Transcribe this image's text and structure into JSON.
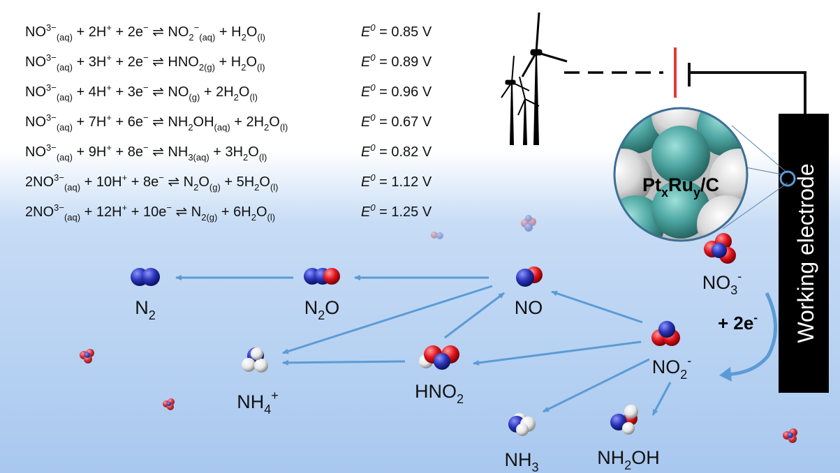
{
  "equations": [
    {
      "lhs": [
        [
          "NO",
          "n"
        ],
        [
          "3",
          "sup"
        ],
        [
          "−",
          "sup"
        ],
        [
          "(aq)",
          "sub"
        ],
        [
          " + 2H",
          "n"
        ],
        [
          "+",
          "sup"
        ],
        [
          " + 2e",
          "n"
        ],
        [
          "−",
          "sup"
        ]
      ],
      "rhs": [
        [
          " ⇌ NO",
          "n"
        ],
        [
          "2",
          "sub"
        ],
        [
          "−",
          "sup"
        ],
        [
          "(aq)",
          "sub"
        ],
        [
          " + H",
          "n"
        ],
        [
          "2",
          "sub"
        ],
        [
          "O",
          "n"
        ],
        [
          "(l)",
          "sub"
        ]
      ],
      "potential": "= 0.85 V"
    },
    {
      "lhs": [
        [
          "NO",
          "n"
        ],
        [
          "3",
          "sup"
        ],
        [
          "−",
          "sup"
        ],
        [
          "(aq)",
          "sub"
        ],
        [
          " + 3H",
          "n"
        ],
        [
          "+",
          "sup"
        ],
        [
          " + 2e",
          "n"
        ],
        [
          "−",
          "sup"
        ]
      ],
      "rhs": [
        [
          " ⇌ HNO",
          "n"
        ],
        [
          "2(g)",
          "sub"
        ],
        [
          " + H",
          "n"
        ],
        [
          "2",
          "sub"
        ],
        [
          "O",
          "n"
        ],
        [
          "(l)",
          "sub"
        ]
      ],
      "potential": "= 0.89 V"
    },
    {
      "lhs": [
        [
          "NO",
          "n"
        ],
        [
          "3",
          "sup"
        ],
        [
          "−",
          "sup"
        ],
        [
          "(aq)",
          "sub"
        ],
        [
          " + 4H",
          "n"
        ],
        [
          "+",
          "sup"
        ],
        [
          " + 3e",
          "n"
        ],
        [
          "−",
          "sup"
        ]
      ],
      "rhs": [
        [
          " ⇌ NO",
          "n"
        ],
        [
          "(g)",
          "sub"
        ],
        [
          " + 2H",
          "n"
        ],
        [
          "2",
          "sub"
        ],
        [
          "O",
          "n"
        ],
        [
          "(l)",
          "sub"
        ]
      ],
      "potential": "= 0.96 V"
    },
    {
      "lhs": [
        [
          "NO",
          "n"
        ],
        [
          "3",
          "sup"
        ],
        [
          "−",
          "sup"
        ],
        [
          "(aq)",
          "sub"
        ],
        [
          " + 7H",
          "n"
        ],
        [
          "+",
          "sup"
        ],
        [
          " + 6e",
          "n"
        ],
        [
          "−",
          "sup"
        ]
      ],
      "rhs": [
        [
          " ⇌ NH",
          "n"
        ],
        [
          "2",
          "sub"
        ],
        [
          "OH",
          "n"
        ],
        [
          "(aq)",
          "sub"
        ],
        [
          " + 2H",
          "n"
        ],
        [
          "2",
          "sub"
        ],
        [
          "O",
          "n"
        ],
        [
          "(l)",
          "sub"
        ]
      ],
      "potential": "= 0.67 V"
    },
    {
      "lhs": [
        [
          "NO",
          "n"
        ],
        [
          "3",
          "sup"
        ],
        [
          "−",
          "sup"
        ],
        [
          "(aq)",
          "sub"
        ],
        [
          " + 9H",
          "n"
        ],
        [
          "+",
          "sup"
        ],
        [
          " + 8e",
          "n"
        ],
        [
          "−",
          "sup"
        ]
      ],
      "rhs": [
        [
          " ⇌ NH",
          "n"
        ],
        [
          "3(aq)",
          "sub"
        ],
        [
          " + 3H",
          "n"
        ],
        [
          "2",
          "sub"
        ],
        [
          "O",
          "n"
        ],
        [
          "(l)",
          "sub"
        ]
      ],
      "potential": "= 0.82 V"
    },
    {
      "lhs": [
        [
          "2NO",
          "n"
        ],
        [
          "3",
          "sup"
        ],
        [
          "−",
          "sup"
        ],
        [
          "(aq)",
          "sub"
        ],
        [
          " + 10H",
          "n"
        ],
        [
          "+",
          "sup"
        ],
        [
          " + 8e",
          "n"
        ],
        [
          "−",
          "sup"
        ]
      ],
      "rhs": [
        [
          " ⇌ N",
          "n"
        ],
        [
          "2",
          "sub"
        ],
        [
          "O",
          "n"
        ],
        [
          "(g)",
          "sub"
        ],
        [
          " + 5H",
          "n"
        ],
        [
          "2",
          "sub"
        ],
        [
          "O",
          "n"
        ],
        [
          "(l)",
          "sub"
        ]
      ],
      "potential": "= 1.12 V"
    },
    {
      "lhs": [
        [
          "2NO",
          "n"
        ],
        [
          "3",
          "sup"
        ],
        [
          "−",
          "sup"
        ],
        [
          "(aq)",
          "sub"
        ],
        [
          " + 12H",
          "n"
        ],
        [
          "+",
          "sup"
        ],
        [
          " + 10e",
          "n"
        ],
        [
          "−",
          "sup"
        ]
      ],
      "rhs": [
        [
          " ⇌ N",
          "n"
        ],
        [
          "2(g)",
          "sub"
        ],
        [
          " + 6H",
          "n"
        ],
        [
          "2",
          "sub"
        ],
        [
          "O",
          "n"
        ],
        [
          "(l)",
          "sub"
        ]
      ],
      "potential": "= 1.25 V"
    }
  ],
  "potential_symbol": "E",
  "potential_superscript": "0",
  "species": {
    "n2": [
      [
        "N",
        "n"
      ],
      [
        "2",
        "sub"
      ]
    ],
    "n2o": [
      [
        "N",
        "n"
      ],
      [
        "2",
        "sub"
      ],
      [
        "O",
        "n"
      ]
    ],
    "no": [
      [
        "NO",
        "n"
      ]
    ],
    "no3": [
      [
        "NO",
        "n"
      ],
      [
        "3",
        "sub"
      ],
      [
        "-",
        "sup"
      ]
    ],
    "nh4": [
      [
        "NH",
        "n"
      ],
      [
        "4",
        "sub"
      ],
      [
        "+",
        "sup"
      ]
    ],
    "hno2": [
      [
        "HNO",
        "n"
      ],
      [
        "2",
        "sub"
      ]
    ],
    "no2": [
      [
        "NO",
        "n"
      ],
      [
        "2",
        "sub"
      ],
      [
        "-",
        "sup"
      ]
    ],
    "nh3": [
      [
        "NH",
        "n"
      ],
      [
        "3",
        "sub"
      ]
    ],
    "nh2oh": [
      [
        "NH",
        "n"
      ],
      [
        "2",
        "sub"
      ],
      [
        "OH",
        "n"
      ]
    ]
  },
  "electron_transfer": "+ 2e",
  "electron_sup": "-",
  "catalyst": [
    [
      "Pt",
      "n"
    ],
    [
      "x",
      "sub"
    ],
    [
      "Ru",
      "n"
    ],
    [
      "y",
      "sub"
    ],
    [
      "/C",
      "n"
    ]
  ],
  "electrode_label": "Working electrode",
  "colors": {
    "nitrogen": "#2a34b8",
    "oxygen": "#e0141c",
    "hydrogen": "#f2f2f2",
    "arrow": "#5b9bd5",
    "electrode": "#000000",
    "catalyst_teal": "#4ea6a2",
    "catalyst_grey": "#d6d6d6",
    "power_red": "#e23b3b"
  },
  "icons": [
    "wind-turbine-icon",
    "battery-symbol-icon",
    "magnifier-circle-icon"
  ]
}
